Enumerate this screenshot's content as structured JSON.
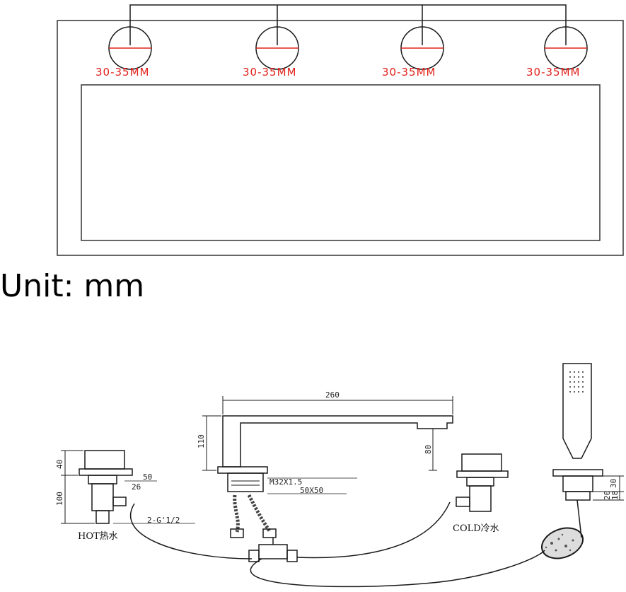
{
  "top_view": {
    "holes": [
      {
        "label": "30-35MM"
      },
      {
        "label": "30-35MM"
      },
      {
        "label": "30-35MM"
      },
      {
        "label": "30-35MM"
      }
    ],
    "label_color": "#e0201a"
  },
  "unit_label": "Unit: mm",
  "side_view": {
    "spout_length": "260",
    "spout_height": "110",
    "spout_outlet_height": "80",
    "thread_spec": "M32X1.5",
    "base_size": "50X50",
    "valve_height_top": "40",
    "valve_height_body": "100",
    "valve_width": "50",
    "valve_stem_width": "26",
    "valve_connector": "2-G'1/2",
    "hot_label": "HOT热水",
    "cold_label": "COLD冷水",
    "shower_holder_height": "30",
    "shower_base_a": "20",
    "shower_base_b": "18"
  }
}
